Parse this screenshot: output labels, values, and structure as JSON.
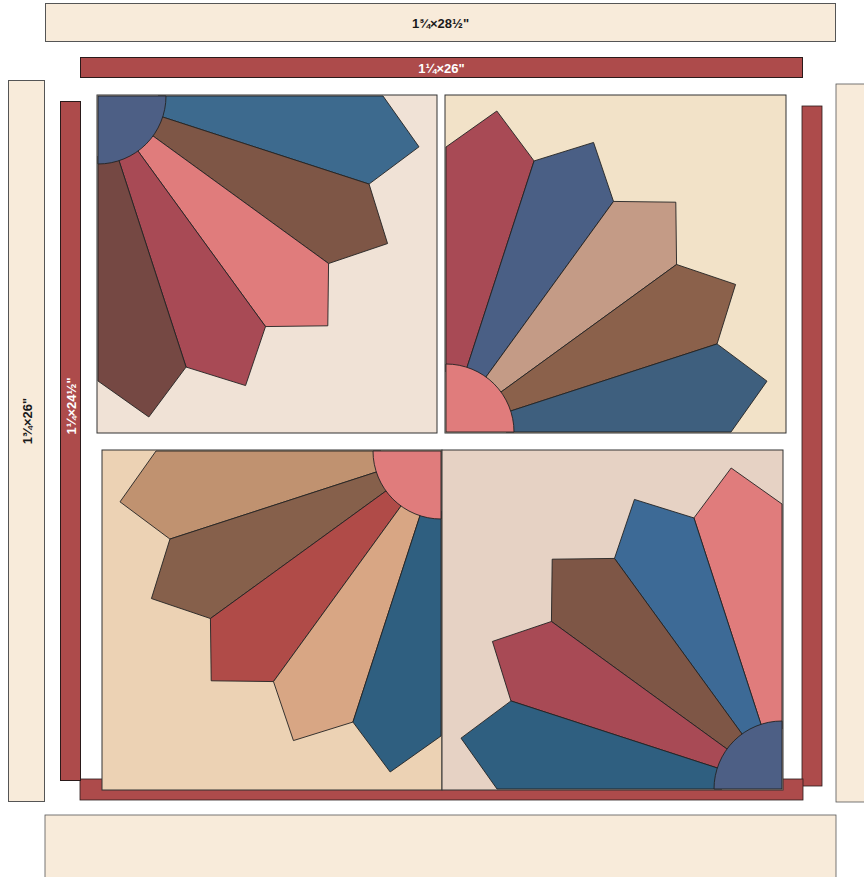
{
  "diagram": {
    "nodes": [
      {
        "text": [
          "1¾×28½\""
        ]
      },
      {
        "text": [
          "1¼×26\""
        ]
      },
      {
        "text": [
          "1¾×26\""
        ]
      },
      {
        "text": [
          "1¼×24½\""
        ]
      }
    ]
  }
}
